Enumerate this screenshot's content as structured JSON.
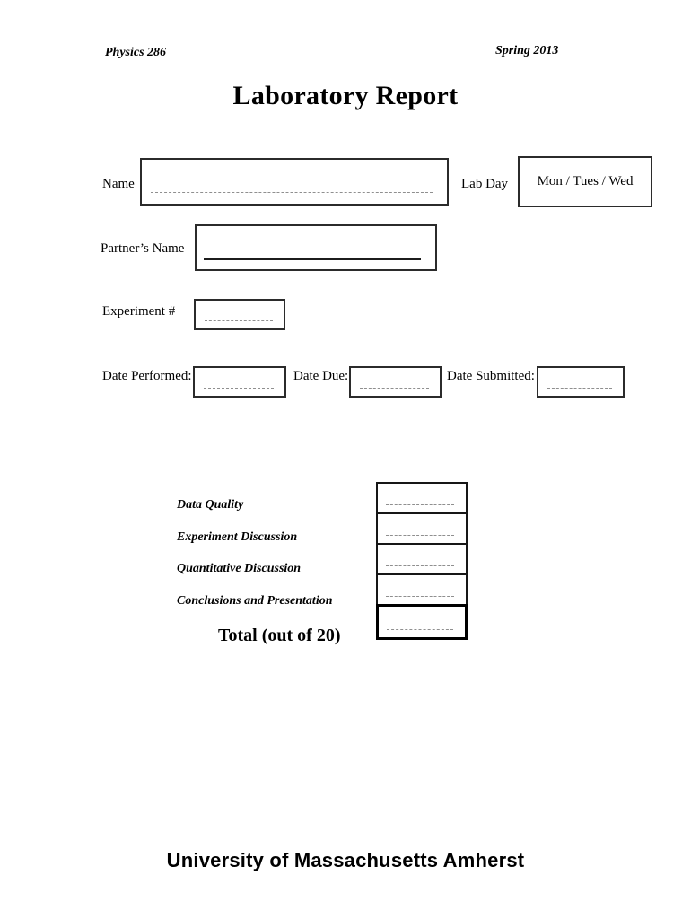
{
  "header": {
    "course": "Physics 286",
    "term": "Spring 2013",
    "title": "Laboratory Report"
  },
  "fields": {
    "name_label": "Name",
    "lab_day_label": "Lab Day",
    "lab_day_options": "Mon / Tues / Wed",
    "partner_label": "Partner’s Name",
    "experiment_label": "Experiment #",
    "date_performed_label": "Date Performed:",
    "date_due_label": "Date Due:",
    "date_submitted_label": "Date Submitted:"
  },
  "grading": {
    "items": [
      "Data Quality",
      "Experiment Discussion",
      "Quantitative Discussion",
      "Conclusions and Presentation"
    ],
    "total_label": "Total (out of 20)"
  },
  "footer": {
    "institution": "University of Massachusetts Amherst"
  },
  "colors": {
    "ink": "#000000",
    "box_border": "#2b2b2b",
    "blank_line_gray": "#8f8f8f",
    "page_background": "#ffffff"
  }
}
